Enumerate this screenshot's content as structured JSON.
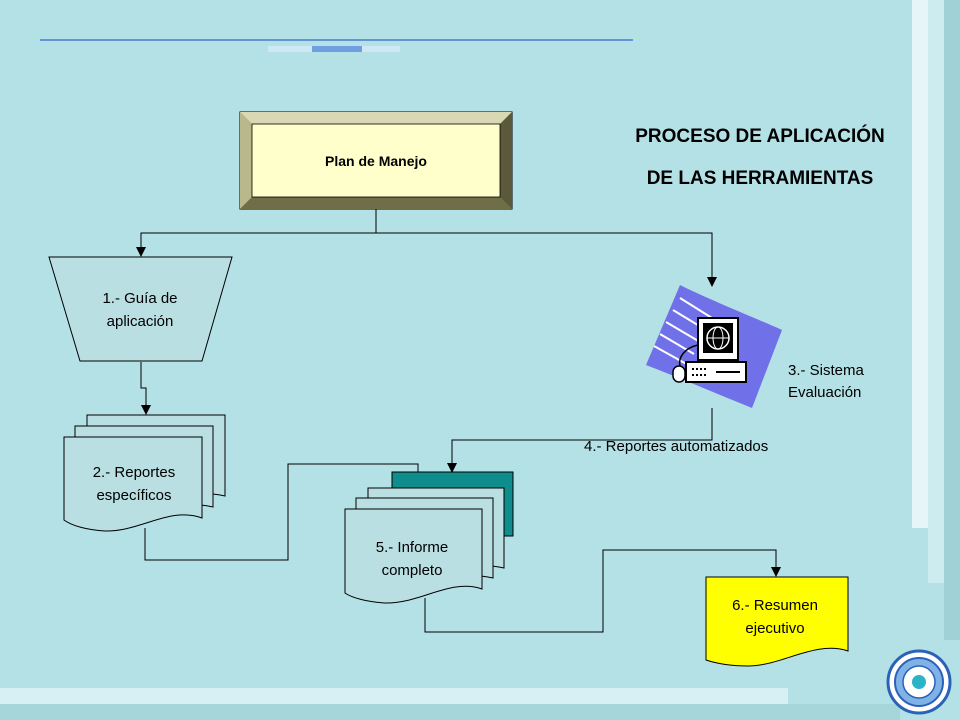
{
  "title": {
    "line1": "PROCESO DE APLICACIÓN",
    "line2": "DE LAS HERRAMIENTAS"
  },
  "nodes": {
    "plan": {
      "label": "Plan de Manejo"
    },
    "guia": {
      "line1": "1.- Guía de",
      "line2": "aplicación"
    },
    "reportes": {
      "line1": "2.- Reportes",
      "line2": "específicos"
    },
    "sistema": {
      "line1": "3.- Sistema",
      "line2": "Evaluación"
    },
    "automatizados": {
      "label": "4.- Reportes automatizados"
    },
    "informe": {
      "line1": "5.- Informe",
      "line2": "completo"
    },
    "resumen": {
      "line1": "6.- Resumen",
      "line2": "ejecutivo"
    }
  },
  "icons": {
    "computer": "computer-globe-icon",
    "logo": "circular-emblem-logo"
  },
  "colors": {
    "background": "#b4e1e6",
    "plan_fill": "#ffffcc",
    "plan_bevel": "#8c8c5a",
    "node_fill": "#b9dfe3",
    "teal_doc": "#0f8c8c",
    "resumen_fill": "#ffff00",
    "title_text": "#000000",
    "accent_line": "#3366cc"
  }
}
